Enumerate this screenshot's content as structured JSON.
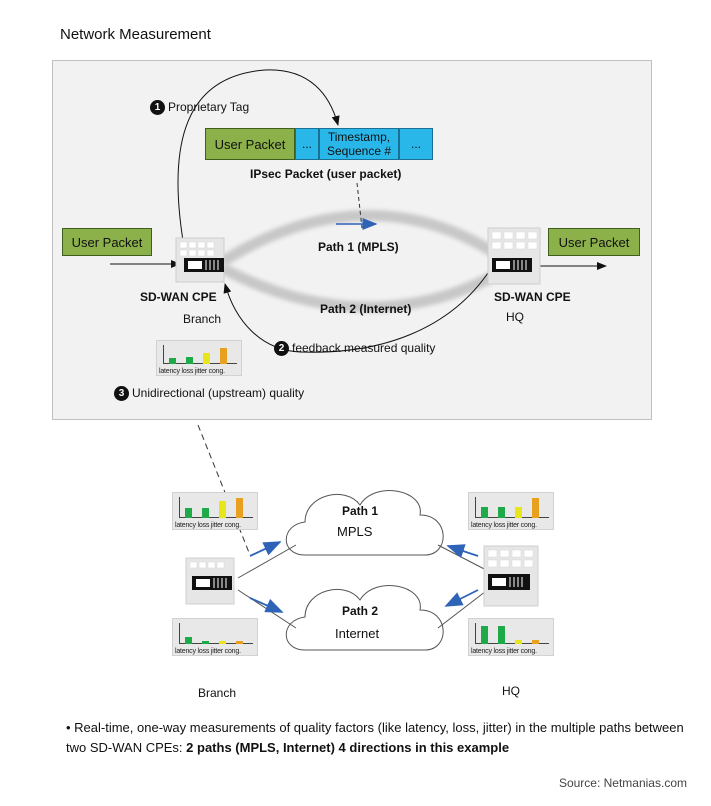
{
  "title": "Network Measurement",
  "top": {
    "user_packet_left": "User Packet",
    "user_packet_right": "User Packet",
    "ipsec_packet": {
      "cells": [
        "User Packet",
        "...",
        "Timestamp,\nSequence #",
        "..."
      ],
      "caption": "IPsec Packet  (user packet)"
    },
    "step1": {
      "num": "1",
      "label": "Proprietary Tag"
    },
    "step2": {
      "num": "2",
      "label": "feedback measured quality"
    },
    "step3": {
      "num": "3",
      "label": "Unidirectional (upstream) quality"
    },
    "path1": "Path 1 (MPLS)",
    "path2": "Path 2 (Internet)",
    "cpe_left": "SD-WAN CPE",
    "cpe_right": "SD-WAN CPE",
    "site_left": "Branch",
    "site_right": "HQ"
  },
  "mini_chart_caption": "latency loss jitter cong.",
  "mini_charts": {
    "top_example": [
      0.35,
      0.4,
      0.6,
      0.9
    ],
    "branch_upper": [
      0.5,
      0.5,
      0.85,
      1.0
    ],
    "branch_lower": [
      0.35,
      0.15,
      0.15,
      0.15
    ],
    "hq_upper": [
      0.55,
      0.55,
      0.55,
      1.0
    ],
    "hq_lower": [
      0.9,
      0.9,
      0.2,
      0.2
    ]
  },
  "mini_chart_colors": [
    "#1faa4a",
    "#1faa4a",
    "#e6e61a",
    "#e8a020"
  ],
  "bottom": {
    "cloud1_title": "Path 1",
    "cloud1_sub": "MPLS",
    "cloud2_title": "Path 2",
    "cloud2_sub": "Internet",
    "site_left": "Branch",
    "site_right": "HQ"
  },
  "bullet": {
    "text": "• Real-time, one-way measurements of quality factors (like latency, loss, jitter) in the multiple paths between two SD-WAN CPEs: ",
    "bold": "2 paths (MPLS, Internet) 4 directions in this example"
  },
  "source": "Source: Netmanias.com",
  "colors": {
    "green_box": "#8cb04a",
    "blue_box": "#29b7ea",
    "arrow_blue": "#2e63b8"
  }
}
